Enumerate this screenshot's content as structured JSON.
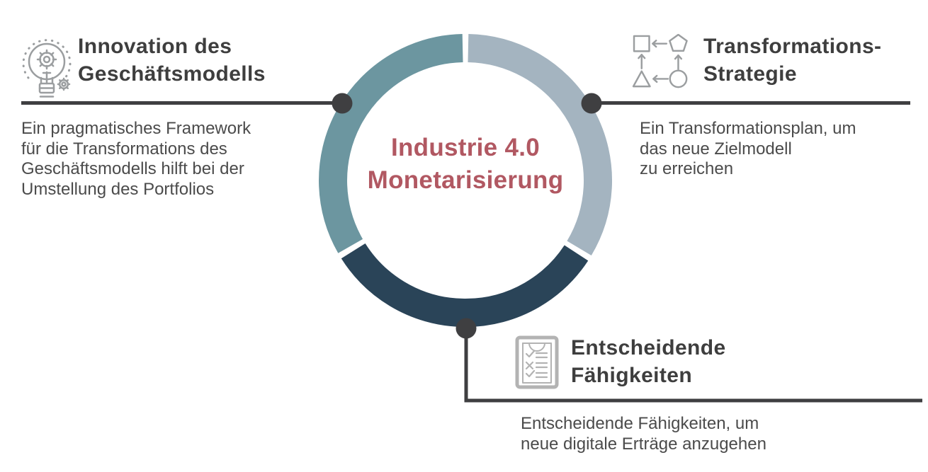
{
  "center_label": {
    "line1": "Industrie 4.0",
    "line2": "Monetarisierung",
    "color": "#b15862"
  },
  "donut": {
    "segments": [
      {
        "name": "innovation-des-geschaeftsmodells",
        "color": "#6c96a0",
        "arc_degrees": 119
      },
      {
        "name": "transformations-strategie",
        "color": "#a4b4c0",
        "arc_degrees": 120
      },
      {
        "name": "entscheidende-faehigkeiten",
        "color": "#2a4458",
        "arc_degrees": 115
      }
    ]
  },
  "connector": {
    "color": "#3f3f41"
  },
  "icons": {
    "outline_color": "#9b9ea0",
    "clipboard_color": "#b3b3b3"
  },
  "callouts": [
    {
      "icon": "lightbulb-gears-icon",
      "heading": "Innovation des\nGeschäftsmodells",
      "body": "Ein pragmatisches Framework\nfür die Transformations des\nGeschäftsmodells hilft bei der\nUmstellung des Portfolios"
    },
    {
      "icon": "flow-shapes-icon",
      "heading": "Transformations-\nStrategie",
      "body": "Ein Transformationsplan, um\ndas neue Zielmodell\nzu erreichen"
    },
    {
      "icon": "checklist-clipboard-icon",
      "heading": "Entscheidende\nFähigkeiten",
      "body": "Entscheidende Fähigkeiten, um\nneue digitale Erträge anzugehen"
    }
  ]
}
